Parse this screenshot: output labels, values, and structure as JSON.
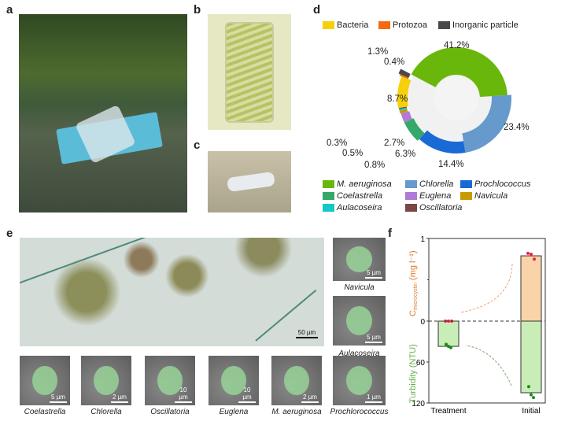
{
  "panels": {
    "a": "a",
    "b": "b",
    "c": "c",
    "d": "d",
    "e": "e",
    "f": "f"
  },
  "panel_d": {
    "top_legend": [
      {
        "label": "Bacteria",
        "color": "#f5d10a"
      },
      {
        "label": "Protozoa",
        "color": "#f56a10"
      },
      {
        "label": "Inorganic particle",
        "color": "#4a4a4a"
      }
    ],
    "bottom_legend": [
      {
        "label": "M. aeruginosa",
        "color": "#6ab70c"
      },
      {
        "label": "Chlorella",
        "color": "#6699cc"
      },
      {
        "label": "Prochlococcus",
        "color": "#1a6ad6"
      },
      {
        "label": "Coelastrella",
        "color": "#36a869"
      },
      {
        "label": "Euglena",
        "color": "#b07ad9"
      },
      {
        "label": "Navicula",
        "color": "#c99a00"
      },
      {
        "label": "Aulacoseira",
        "color": "#13c8c8"
      },
      {
        "label": "Oscillatoria",
        "color": "#7a4747"
      }
    ]
  },
  "chart_data": [
    {
      "type": "pie",
      "title": "",
      "categories": [
        "M. aeruginosa",
        "Chlorella",
        "Prochlorococcus",
        "Coelastrella",
        "Euglena",
        "Navicula",
        "Aulacoseira",
        "Oscillatoria",
        "Bacteria",
        "Protozoa",
        "Inorganic particle"
      ],
      "values": [
        41.2,
        23.4,
        14.4,
        6.3,
        2.7,
        0.8,
        0.5,
        0.3,
        8.7,
        0.4,
        1.3
      ],
      "labels": [
        "41.2%",
        "23.4%",
        "14.4%",
        "6.3%",
        "2.7%",
        "0.8%",
        "0.5%",
        "0.3%",
        "8.7%",
        "0.4%",
        "1.3%"
      ],
      "colors": [
        "#6ab70c",
        "#6699cc",
        "#1a6ad6",
        "#36a869",
        "#b07ad9",
        "#c99a00",
        "#13c8c8",
        "#7a4747",
        "#f5d10a",
        "#f56a10",
        "#4a4a4a"
      ]
    },
    {
      "type": "bar",
      "categories": [
        "Treatment",
        "Initial"
      ],
      "series": [
        {
          "name": "Cmicrocystin (mg l-1)",
          "values": [
            0,
            0.79
          ],
          "points": [
            [
              0,
              0,
              0
            ],
            [
              0.82,
              0.81,
              0.75
            ]
          ],
          "color": "#fbd3a9",
          "point_color": "#ee2244"
        },
        {
          "name": "Turbidity (NTU)",
          "values": [
            37,
            105
          ],
          "points": [
            [
              34,
              37,
              39
            ],
            [
              96,
              108,
              112
            ]
          ],
          "color": "#c9edb7",
          "point_color": "#1a8a1a"
        }
      ],
      "ylabel_top": "C",
      "ylabel_top_sub": "microcystin",
      "ylabel_top_unit": "(mg l⁻¹)",
      "ylabel_bottom": "Turbidity (NTU)",
      "yticks_top": [
        "1",
        "0"
      ],
      "yticks_bottom": [
        "60",
        "120"
      ],
      "ylim_top": [
        0,
        1
      ],
      "ylim_bottom": [
        0,
        120
      ]
    }
  ],
  "panel_e": {
    "main_scale": "50 µm",
    "side": [
      {
        "name": "Navicula",
        "scale": "5 µm"
      },
      {
        "name": "Aulacoseira",
        "scale": "5 µm"
      },
      {
        "name": "Prochlorococcus",
        "scale": "1 µm"
      }
    ],
    "bottom": [
      {
        "name": "Coelastrella",
        "scale": "5 µm"
      },
      {
        "name": "Chlorella",
        "scale": "2 µm"
      },
      {
        "name": "Oscillatoria",
        "scale": "10 µm"
      },
      {
        "name": "Euglena",
        "scale": "10 µm"
      },
      {
        "name": "M. aeruginosa",
        "scale": "2 µm"
      }
    ]
  }
}
